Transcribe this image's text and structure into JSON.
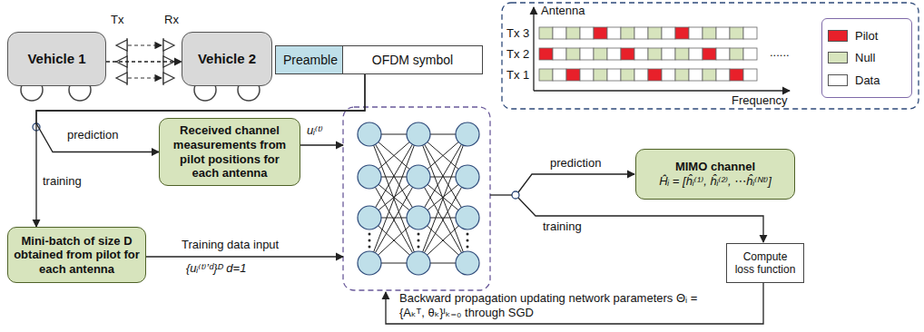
{
  "diagram": {
    "nodes": [
      {
        "text": [
          "Vehicle 1"
        ]
      },
      {
        "text": [
          "Vehicle 2"
        ]
      },
      {
        "text": [
          "Preamble"
        ]
      },
      {
        "text": [
          "OFDM symbol"
        ]
      },
      {
        "text": [
          "Received channel measurements from pilot positions for each antenna"
        ]
      },
      {
        "text": [
          "Mini-batch of size D obtained from pilot for each antenna"
        ]
      },
      {
        "text": [
          "MIMO channel",
          "Ĥᵢ = [ĥᵢ⁽¹⁾, ĥᵢ⁽²⁾, ⋯ĥᵢ⁽ᴺᵗ⁾]"
        ]
      },
      {
        "text": [
          "Compute loss function"
        ]
      }
    ],
    "edges": [
      {
        "from": 0,
        "to": 1,
        "arrow": "to"
      },
      {
        "from": 3,
        "to": 4,
        "label": "prediction",
        "arrow": "to"
      },
      {
        "from": 3,
        "to": 5,
        "label": "training",
        "arrow": "to"
      }
    ],
    "labels": [
      "Tx",
      "Rx",
      "Antenna",
      "Tx 3",
      "Tx 2",
      "Tx 1",
      "Frequency",
      "......",
      "uᵢ⁽ᵗ⁾",
      "Training data input",
      "{uᵢ⁽ᵗ⁾ʼᵈ}ᴰ d=1",
      "prediction",
      "training",
      "Backward propagation updating network parameters Θᵢ = {Aₖᵀ, θₖ}ᴵₖ₌₀ through SGD"
    ],
    "legend": [
      {
        "text": "Pilot",
        "color": "#e8202a"
      },
      {
        "text": "Null",
        "color": "#d7e4bd"
      },
      {
        "text": "Data",
        "color": "#ffffff"
      }
    ]
  }
}
